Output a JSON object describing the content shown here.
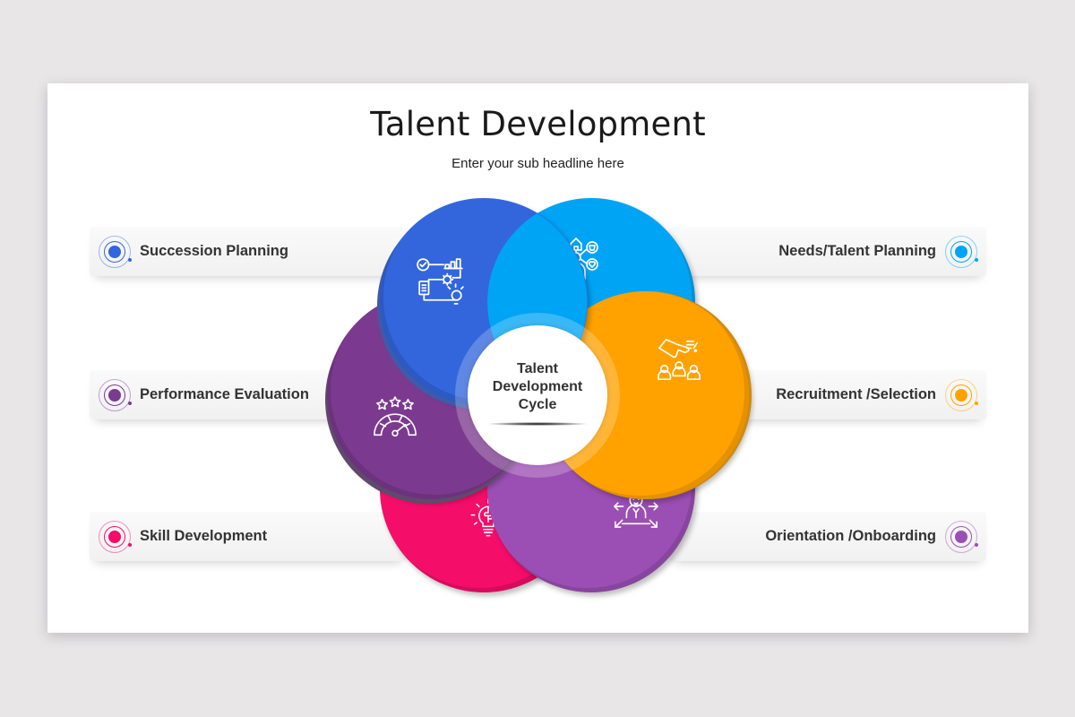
{
  "slide": {
    "title": "Talent Development",
    "subtitle": "Enter your sub headline here"
  },
  "hub": {
    "label": "Talent Development Cycle"
  },
  "stages": [
    {
      "id": "succession",
      "label": "Succession Planning",
      "side": "left",
      "row": 0,
      "color": "#3366dd",
      "icon": "process-flow-icon"
    },
    {
      "id": "needs",
      "label": "Needs/Talent Planning",
      "side": "right",
      "row": 0,
      "color": "#00a4f5",
      "icon": "person-network-icon"
    },
    {
      "id": "performance",
      "label": "Performance Evaluation",
      "side": "left",
      "row": 1,
      "color": "#7b3a8f",
      "icon": "rating-gauge-icon"
    },
    {
      "id": "recruitment",
      "label": "Recruitment /Selection",
      "side": "right",
      "row": 1,
      "color": "#ffa200",
      "icon": "hand-picking-candidate-icon"
    },
    {
      "id": "skill",
      "label": "Skill Development",
      "side": "left",
      "row": 2,
      "color": "#f50d6a",
      "icon": "puzzle-lightbulb-icon"
    },
    {
      "id": "orientation",
      "label": "Orientation /Onboarding",
      "side": "right",
      "row": 2,
      "color": "#9b4fb4",
      "icon": "person-arrows-icon"
    }
  ],
  "colors": {
    "background": "#e8e6e7",
    "slide": "#ffffff",
    "text": "#333333"
  }
}
